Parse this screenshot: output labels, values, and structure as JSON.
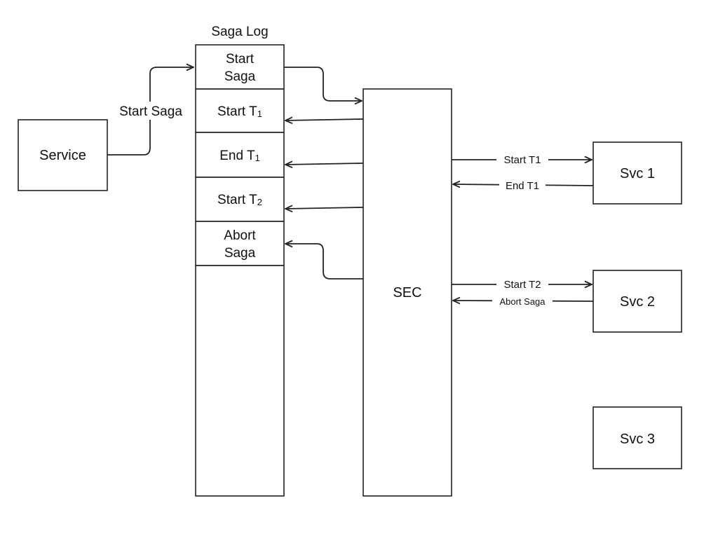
{
  "service": {
    "label": "Service"
  },
  "service_to_log": {
    "label": "Start Saga"
  },
  "saga_log": {
    "title": "Saga Log",
    "entries": [
      {
        "line1": "Start",
        "line2": "Saga"
      },
      {
        "text": "Start T",
        "sub": "1"
      },
      {
        "text": "End T",
        "sub": "1"
      },
      {
        "text": "Start T",
        "sub": "2"
      },
      {
        "line1": "Abort",
        "line2": "Saga"
      }
    ]
  },
  "sec": {
    "label": "SEC"
  },
  "services": [
    {
      "label": "Svc 1"
    },
    {
      "label": "Svc 2"
    },
    {
      "label": "Svc 3"
    }
  ],
  "messages": {
    "sec_to_svc1": "Start T1",
    "svc1_to_sec": "End T1",
    "sec_to_svc2": "Start T2",
    "svc2_to_sec": "Abort Saga"
  },
  "colors": {
    "stroke": "#222222",
    "background": "#ffffff"
  }
}
